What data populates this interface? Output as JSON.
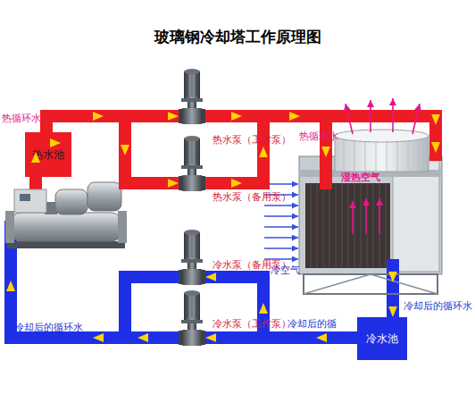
{
  "diagram": {
    "title": "玻璃钢冷却塔工作原理图",
    "nodes": [
      {
        "text": [
          "热水池"
        ]
      },
      {
        "text": [
          "热水泵（工作泵）"
        ]
      },
      {
        "text": [
          "热水泵（备用泵）"
        ]
      },
      {
        "text": [
          "湿热空气"
        ]
      },
      {
        "text": [
          "冷水泵（备用泵）"
        ]
      },
      {
        "text": [
          "冷水泵（工作泵）"
        ]
      },
      {
        "text": [
          "冷水池"
        ]
      }
    ],
    "edges": [
      {
        "from": 0,
        "to": 1,
        "arrow": "to"
      },
      {
        "from": 0,
        "to": 2,
        "arrow": "to"
      },
      {
        "from": 1,
        "to": 3,
        "label": "热循环水",
        "arrow": "to"
      },
      {
        "from": 2,
        "to": 3,
        "arrow": "to"
      },
      {
        "from": 3,
        "to": 6,
        "label": "冷却后的循环水",
        "arrow": "to"
      },
      {
        "from": 6,
        "to": 4,
        "arrow": "to"
      },
      {
        "from": 6,
        "to": 5,
        "label": "冷却后的循",
        "arrow": "to"
      }
    ],
    "labels": [
      "热循环水",
      "冷空气",
      "冷却后的循环水"
    ]
  }
}
